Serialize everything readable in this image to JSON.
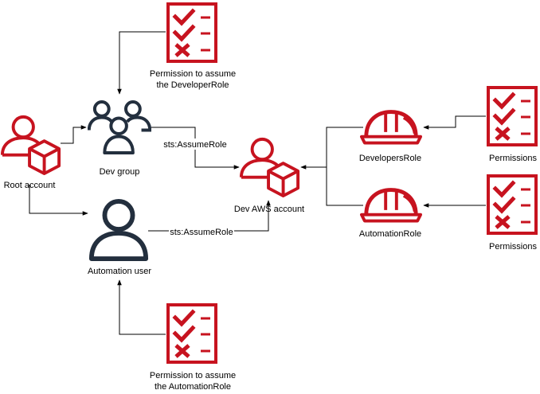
{
  "colors": {
    "aws_red": "#C7131F",
    "dark_navy": "#232F3E",
    "edge": "#000000",
    "background": "#FFFFFF"
  },
  "nodes": {
    "root_account": {
      "label": "Root account",
      "icon": "user-with-account-box-icon"
    },
    "dev_group": {
      "label": "Dev group",
      "icon": "user-group-icon"
    },
    "automation_user": {
      "label": "Automation user",
      "icon": "user-icon"
    },
    "dev_aws_account": {
      "label": "Dev AWS account",
      "icon": "user-with-account-box-icon"
    },
    "developers_role": {
      "label": "DevelopersRole",
      "icon": "hard-hat-icon"
    },
    "automation_role": {
      "label": "AutomationRole",
      "icon": "hard-hat-icon"
    },
    "perm_assume_developer": {
      "label_line1": "Permission to assume",
      "label_line2": "the DeveloperRole",
      "icon": "checklist-icon"
    },
    "perm_assume_automation": {
      "label_line1": "Permission to assume",
      "label_line2": "the AutomationRole",
      "icon": "checklist-icon"
    },
    "permissions_developers": {
      "label": "Permissions",
      "icon": "checklist-icon"
    },
    "permissions_automation": {
      "label": "Permissions",
      "icon": "checklist-icon"
    }
  },
  "edges": {
    "dev_group_to_account": {
      "label": "sts:AssumeRole"
    },
    "automation_user_to_account": {
      "label": "sts:AssumeRole"
    }
  }
}
